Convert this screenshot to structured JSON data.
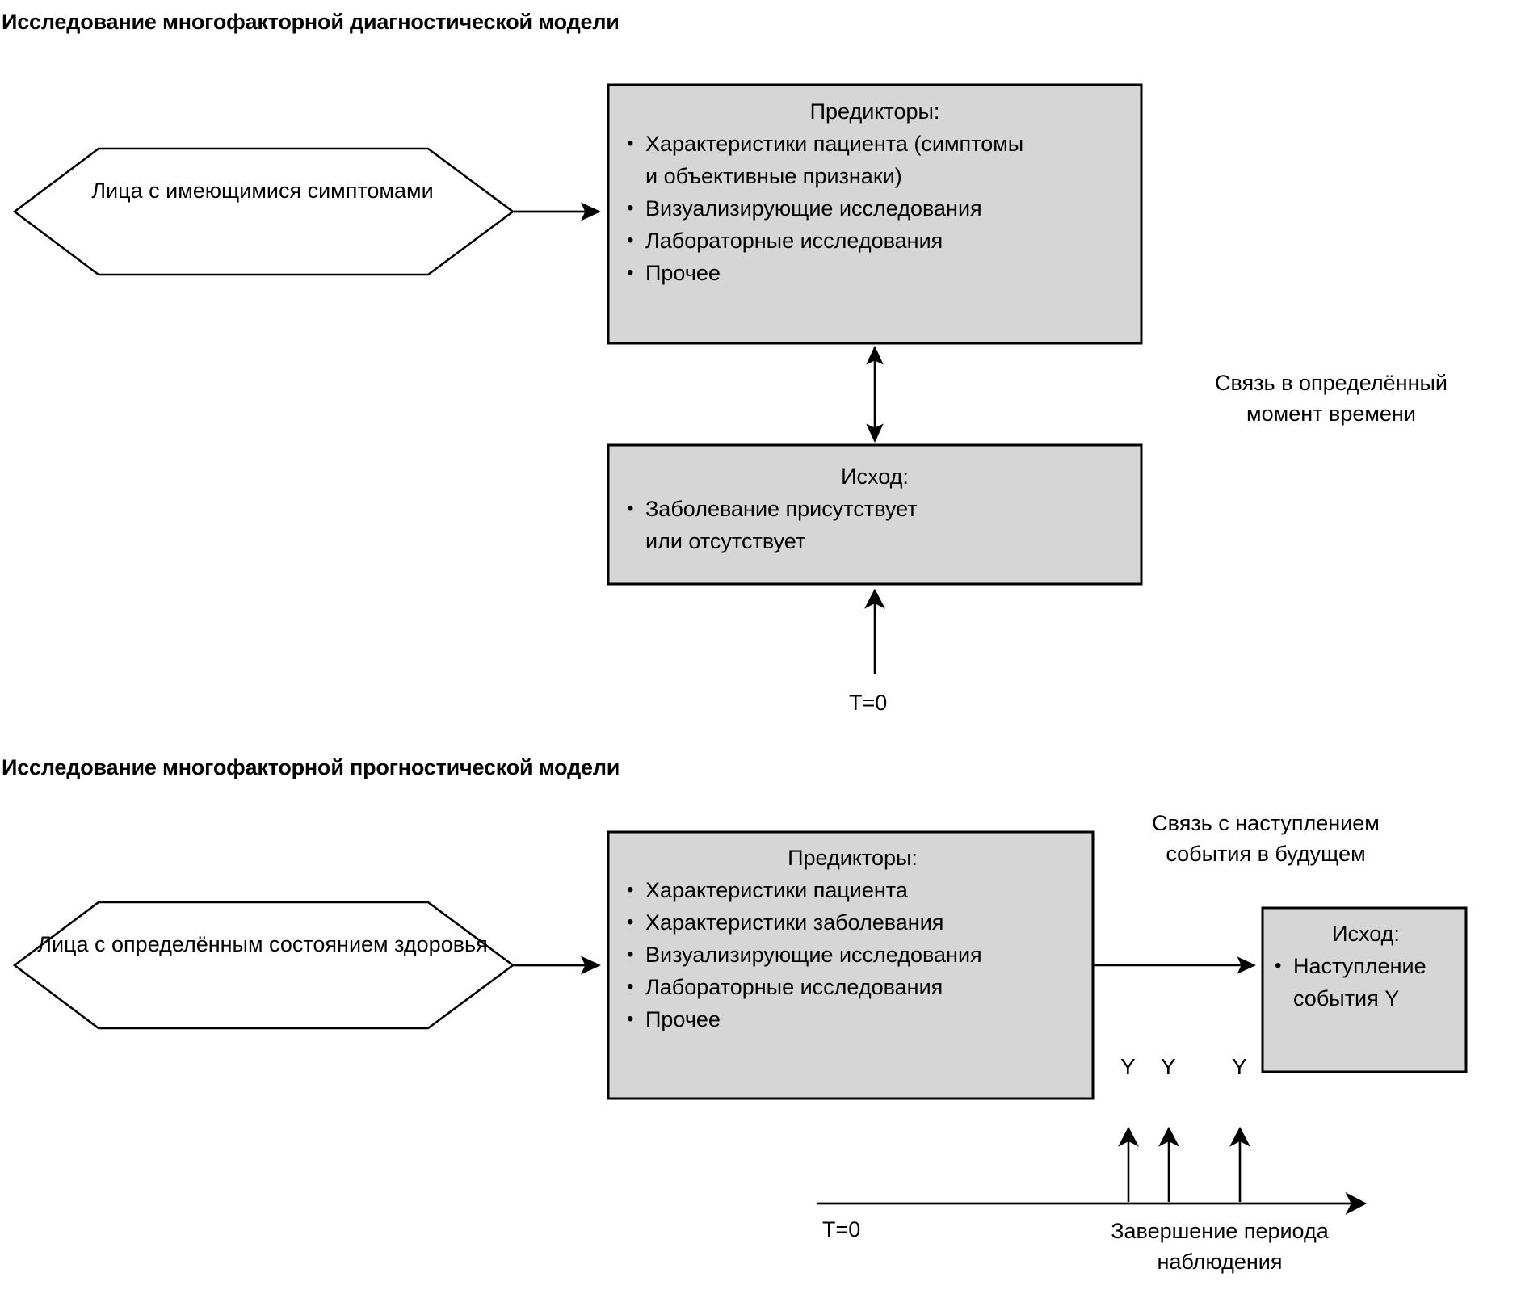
{
  "sections": [
    {
      "title": "Исследование многофакторной диагностической модели",
      "source_node": "Лица с имеющимися\nсимптомами",
      "predictors_heading": "Предикторы:",
      "predictors_items": [
        "Характеристики пациента (симптомы\nи объективные признаки)",
        "Визуализирующие исследования",
        "Лабораторные исследования",
        "Прочее"
      ],
      "outcome_heading": "Исход:",
      "outcome_items": [
        "Заболевание присутствует\nили отсутствует"
      ],
      "relation_note": "Связь в определённый\nмомент времени",
      "time_zero_label": "T=0"
    },
    {
      "title": "Исследование многофакторной прогностической модели",
      "source_node": "Лица с определённым\nсостоянием здоровья",
      "predictors_heading": "Предикторы:",
      "predictors_items": [
        "Характеристики пациента",
        "Характеристики заболевания",
        "Визуализирующие исследования",
        "Лабораторные исследования",
        "Прочее"
      ],
      "outcome_heading": "Исход:",
      "outcome_items": [
        "Наступление\nсобытия Y"
      ],
      "relation_note": "Связь с наступлением\nсобытия в будущем",
      "time_zero_label": "T=0",
      "followup_end_label": "Завершение периода\nнаблюдения",
      "event_markers": [
        "Y",
        "Y",
        "Y"
      ]
    }
  ],
  "colors": {
    "box_fill": "#d6d6d6",
    "stroke": "#000000",
    "background": "#ffffff",
    "text": "#000000"
  }
}
